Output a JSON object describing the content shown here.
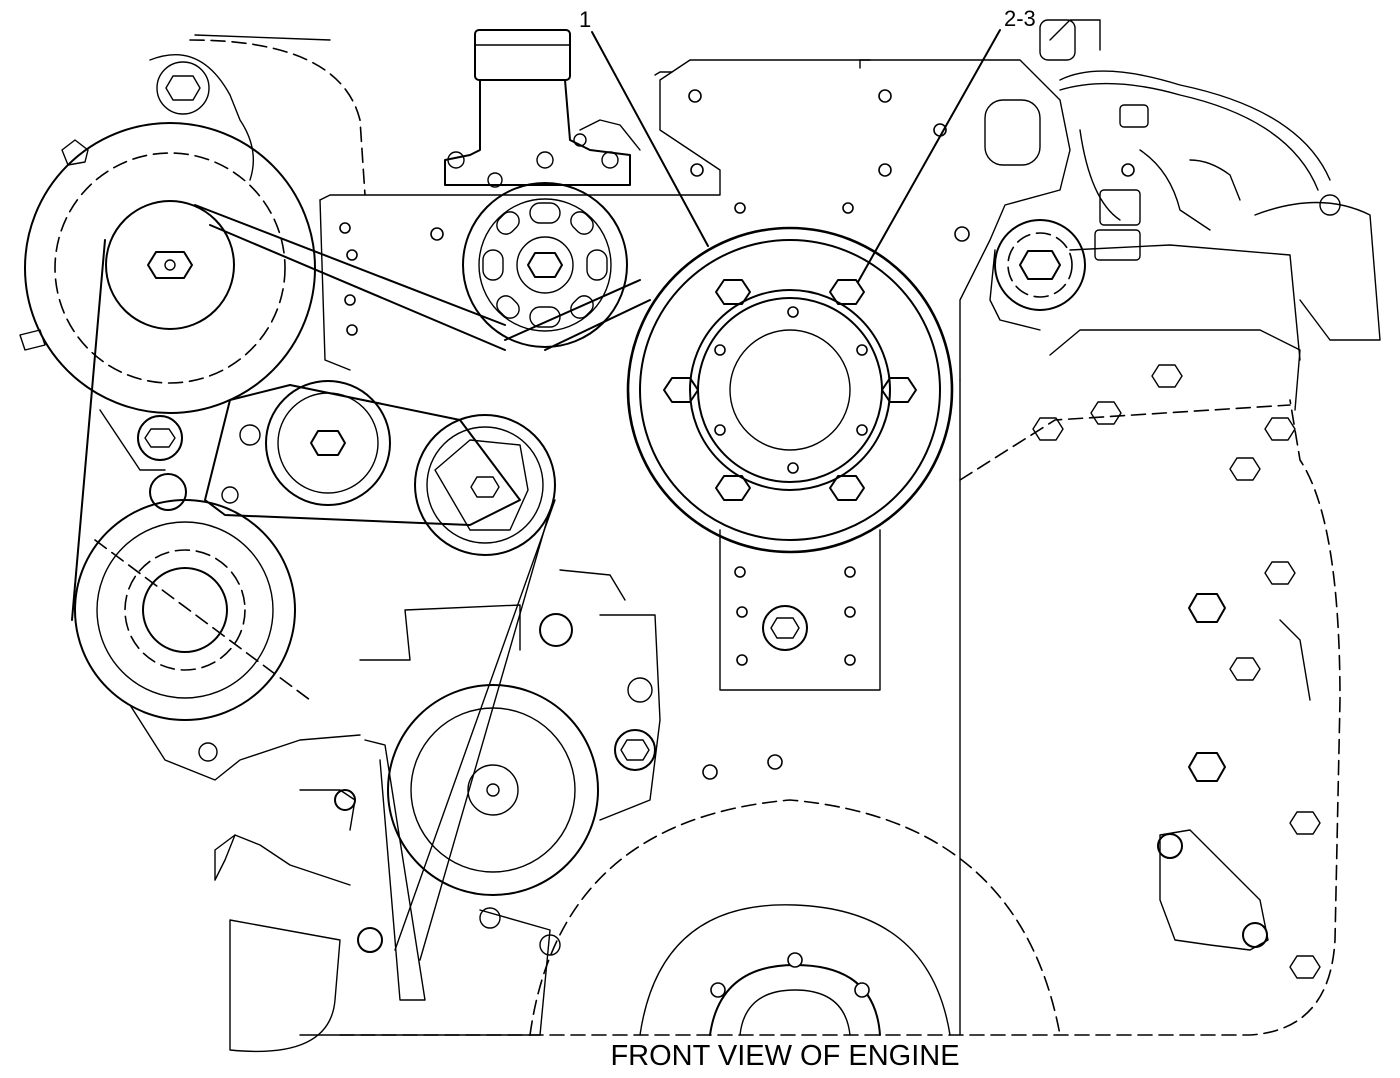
{
  "caption": "FRONT VIEW OF ENGINE",
  "callouts": [
    {
      "id": "callout-1",
      "label": "1"
    },
    {
      "id": "callout-2-3",
      "label": "2-3"
    }
  ]
}
